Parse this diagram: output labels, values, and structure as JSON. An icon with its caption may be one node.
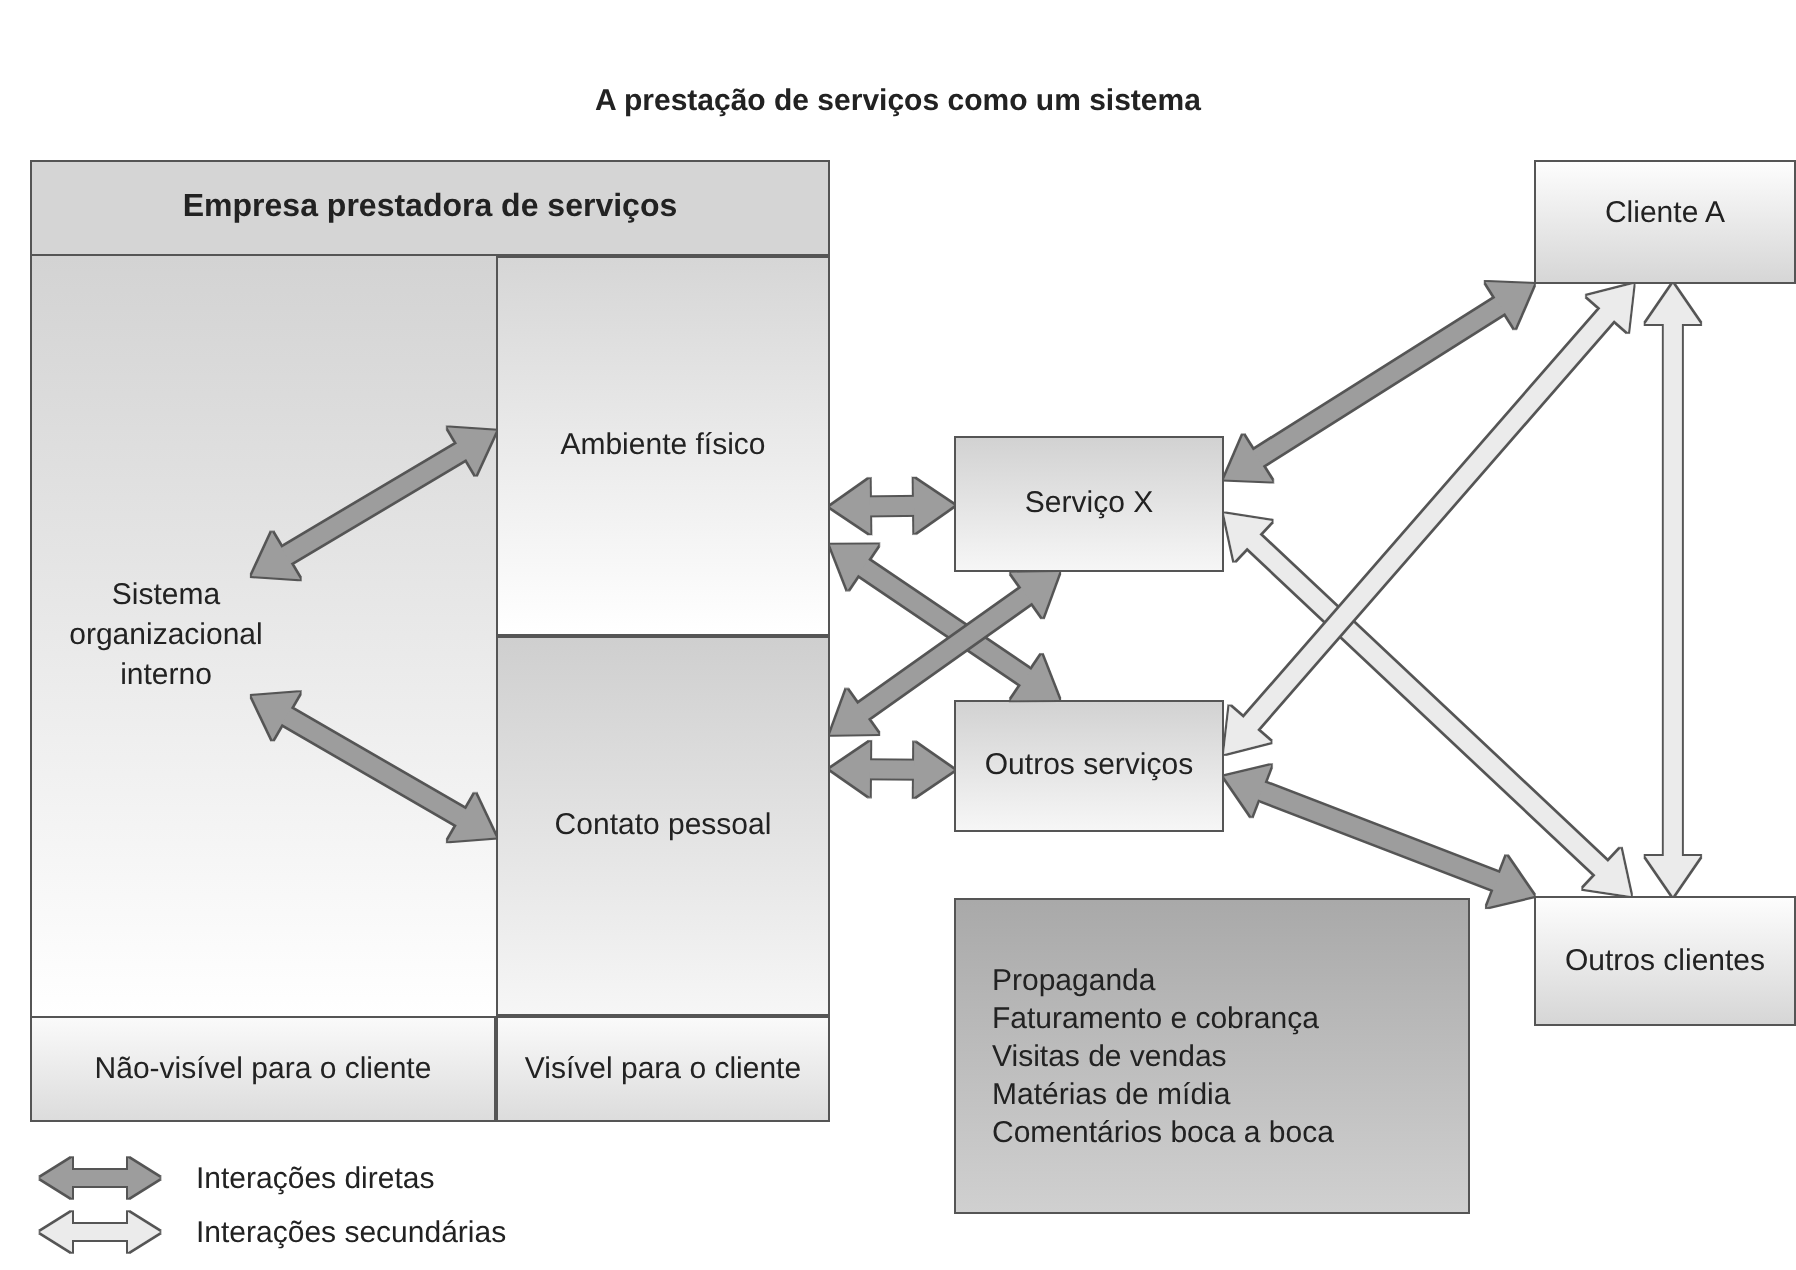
{
  "diagram": {
    "title": "A prestação de serviços como um sistema",
    "nodes": [
      {
        "text": [
          "Empresa prestadora de serviços"
        ]
      },
      {
        "text": [
          "Sistema organizacional interno"
        ],
        "in": 0
      },
      {
        "text": [
          "Ambiente físico"
        ],
        "in": 0
      },
      {
        "text": [
          "Contato pessoal"
        ],
        "in": 0
      },
      {
        "text": [
          "Não-visível para o cliente"
        ],
        "in": 0
      },
      {
        "text": [
          "Visível para o cliente"
        ],
        "in": 0
      },
      {
        "text": [
          "Serviço X"
        ]
      },
      {
        "text": [
          "Outros serviços"
        ]
      },
      {
        "text": [
          "Cliente A"
        ]
      },
      {
        "text": [
          "Outros clientes"
        ]
      },
      {
        "text": [
          "Propaganda",
          "Faturamento e cobrança",
          "Visitas de vendas",
          "Matérias de mídia",
          "Comentários boca a boca"
        ]
      }
    ],
    "edges": [
      {
        "from": 1,
        "to": 2,
        "arrow": "both"
      },
      {
        "from": 1,
        "to": 3,
        "arrow": "both"
      },
      {
        "from": 2,
        "to": 6,
        "arrow": "both"
      },
      {
        "from": 2,
        "to": 7,
        "arrow": "both"
      },
      {
        "from": 3,
        "to": 6,
        "arrow": "both"
      },
      {
        "from": 3,
        "to": 7,
        "arrow": "both"
      },
      {
        "from": 6,
        "to": 8,
        "arrow": "both"
      },
      {
        "from": 6,
        "to": 9,
        "arrow": "both",
        "color": "#ebebeb"
      },
      {
        "from": 7,
        "to": 8,
        "arrow": "both",
        "color": "#ebebeb"
      },
      {
        "from": 7,
        "to": 9,
        "arrow": "both"
      },
      {
        "from": 8,
        "to": 9,
        "arrow": "both",
        "color": "#ebebeb"
      }
    ],
    "legend": [
      {
        "text": "Interações diretas"
      },
      {
        "text": "Interações secundárias"
      }
    ]
  }
}
